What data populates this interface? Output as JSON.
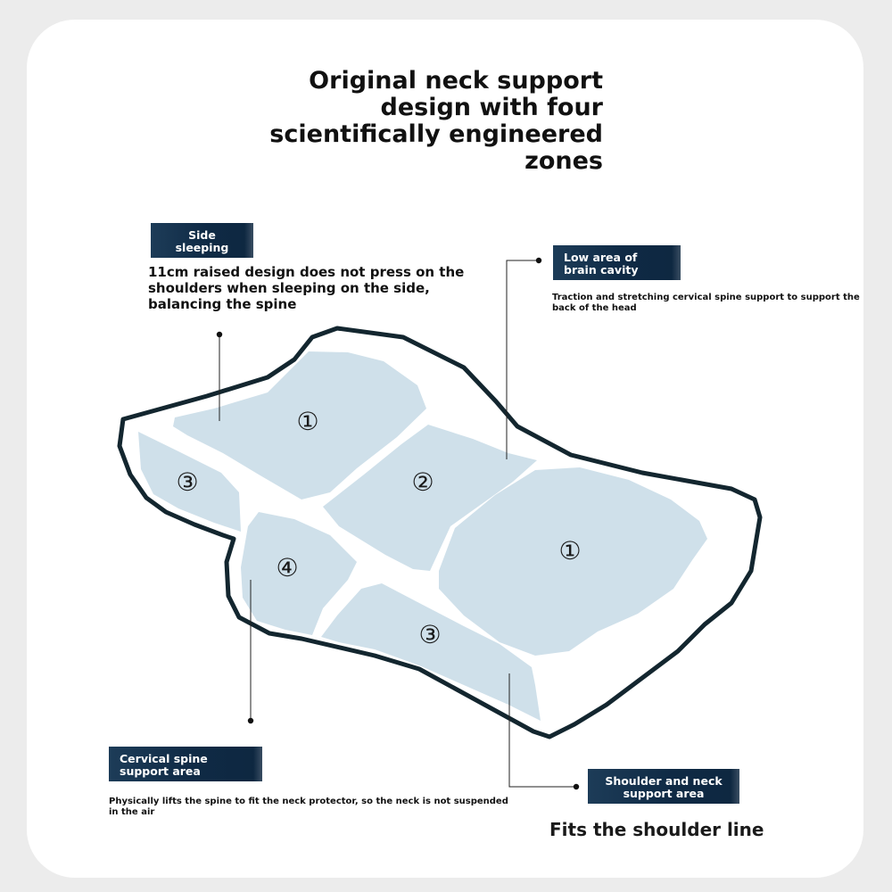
{
  "title": "Original neck support design with four scientifically engineered zones",
  "zones": {
    "side_sleeping": {
      "label": "Side sleeping area",
      "description": "11cm raised design does not press on the shoulders when sleeping on the side, balancing the spine"
    },
    "brain_cavity": {
      "label": "Low area of brain cavity",
      "description": "Traction and stretching cervical spine support to support the back of the head"
    },
    "cervical_spine": {
      "label": "Cervical spine support area",
      "description": "Physically lifts the spine to fit the neck protector, so the neck is not suspended in the air"
    },
    "shoulder_neck": {
      "label": "Shoulder and neck support area"
    }
  },
  "zone_markers": {
    "zone_1a": "①",
    "zone_1b": "①",
    "zone_2": "②",
    "zone_3a": "③",
    "zone_3b": "③",
    "zone_4": "④"
  },
  "tagline": "Fits the shoulder line",
  "colors": {
    "background": "#ececec",
    "card": "#ffffff",
    "outline": "#13262f",
    "zone_fill": "#cfe0ea",
    "label_bg": "#0f2a45",
    "text": "#111111"
  }
}
